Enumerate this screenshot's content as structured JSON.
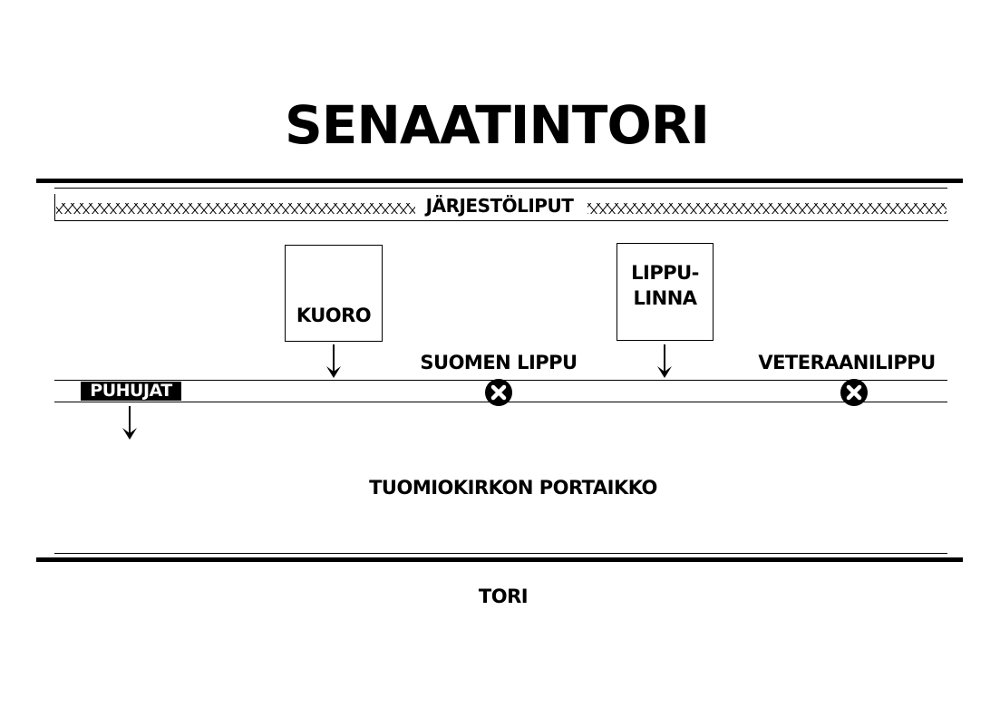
{
  "title": "SENAATINTORI",
  "flag_row": {
    "label": "JÄRJESTÖLIPUT"
  },
  "boxes": [
    {
      "label_lines": [
        "KUORO"
      ]
    },
    {
      "label_lines": [
        "LIPPU-",
        "LINNA"
      ]
    }
  ],
  "flags": [
    {
      "label": "SUOMEN LIPPU",
      "icon": "x-circle-icon"
    },
    {
      "label": "VETERAANILIPPU",
      "icon": "x-circle-icon"
    }
  ],
  "speakers": {
    "label": "PUHUJAT"
  },
  "steps": {
    "label": "TUOMIOKIRKON PORTAIKKO"
  },
  "square": {
    "label": "TORI"
  }
}
